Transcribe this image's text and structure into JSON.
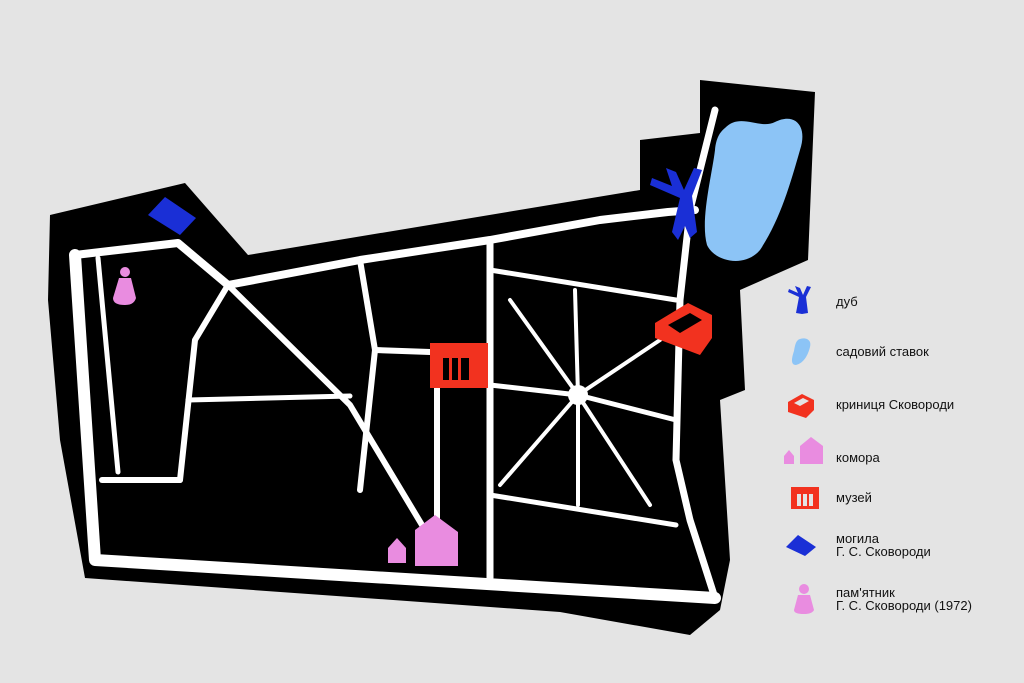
{
  "colors": {
    "background": "#e4e4e4",
    "park": "#000000",
    "paths": "#ffffff",
    "oak": "#1a2fd6",
    "pond": "#8cc4f6",
    "well": "#f2321f",
    "storehouse": "#e98ce0",
    "museum": "#f2321f",
    "grave": "#1a2fd6",
    "monument": "#e98ce0"
  },
  "legend": [
    {
      "icon": "oak-icon",
      "lines": [
        "дуб"
      ]
    },
    {
      "icon": "pond-icon",
      "lines": [
        "садовий ставок"
      ]
    },
    {
      "icon": "well-icon",
      "lines": [
        "криниця Сковороди"
      ]
    },
    {
      "icon": "storehouse-icon",
      "lines": [
        "комора"
      ]
    },
    {
      "icon": "museum-icon",
      "lines": [
        "музей"
      ]
    },
    {
      "icon": "grave-icon",
      "lines": [
        "могила",
        "Г. С. Сковороди"
      ]
    },
    {
      "icon": "monument-icon",
      "lines": [
        "пам'ятник",
        "Г. С. Сковороди (1972)"
      ]
    }
  ]
}
